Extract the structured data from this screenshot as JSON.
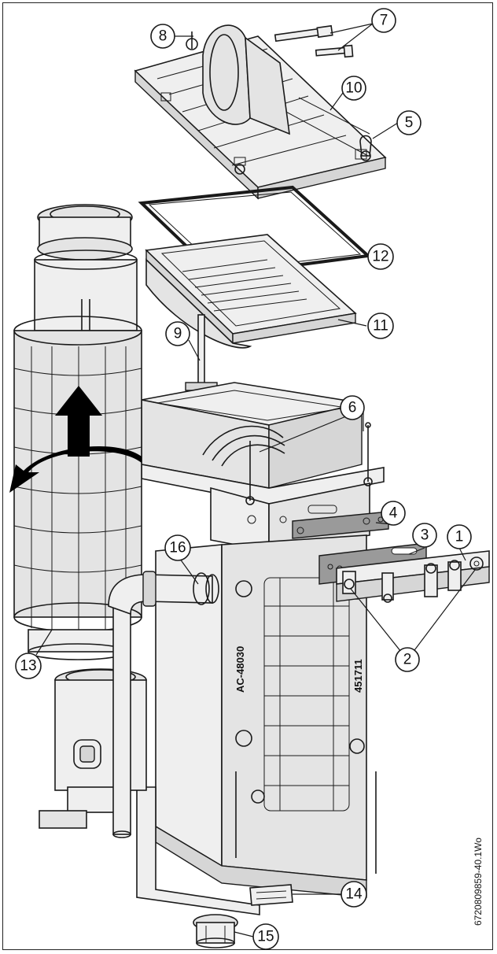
{
  "callouts": [
    "1",
    "2",
    "3",
    "4",
    "5",
    "6",
    "7",
    "8",
    "9",
    "10",
    "11",
    "12",
    "13",
    "14",
    "15",
    "16"
  ],
  "casting_marks": {
    "left": "AC-48030",
    "right": "451711"
  },
  "figure_id": "6720809859-40.1Wo"
}
